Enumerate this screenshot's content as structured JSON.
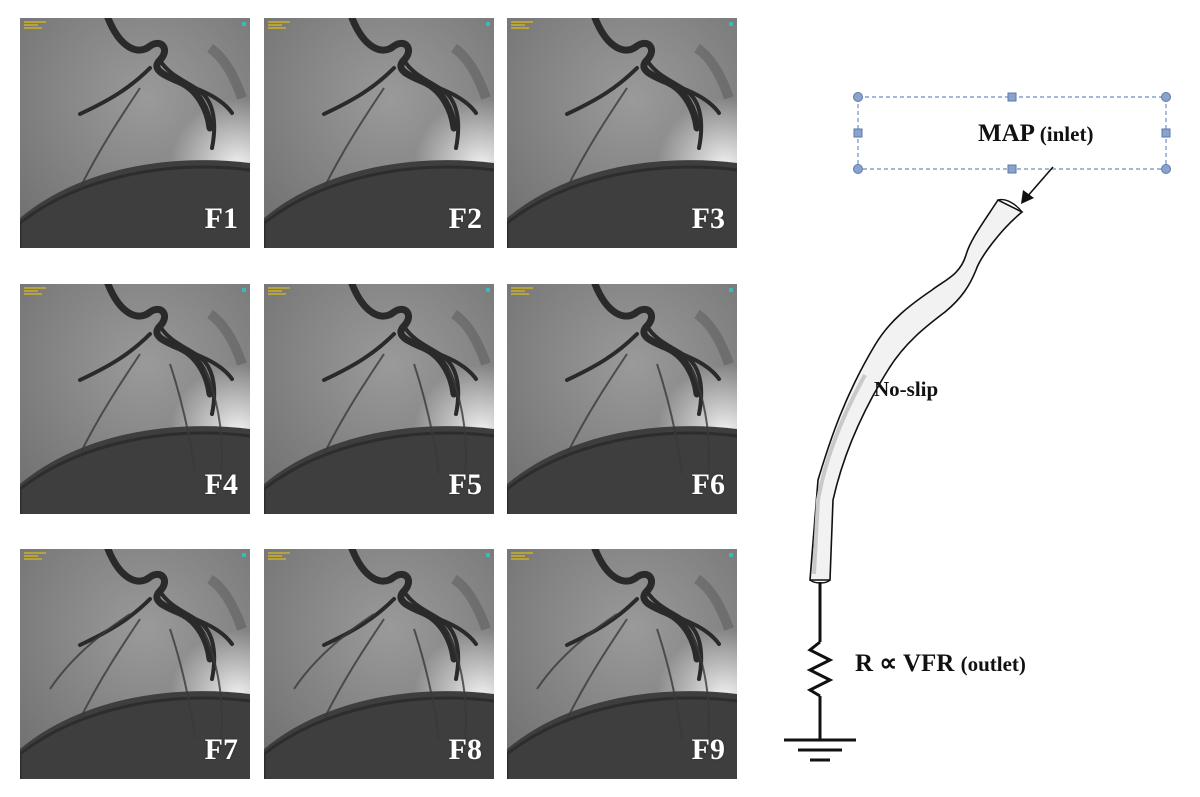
{
  "panels": [
    {
      "label": "F1"
    },
    {
      "label": "F2"
    },
    {
      "label": "F3"
    },
    {
      "label": "F4"
    },
    {
      "label": "F5"
    },
    {
      "label": "F6"
    },
    {
      "label": "F7"
    },
    {
      "label": "F8"
    },
    {
      "label": "F9"
    }
  ],
  "schematic": {
    "inlet_label": "MAP",
    "inlet_suffix": "(inlet)",
    "wall_label": "No-slip",
    "outlet_label": "R ∝ VFR",
    "outlet_suffix": "(outlet)"
  },
  "colors": {
    "angiogram_background": "#7d7d7d",
    "vessel": "#2a2a2a",
    "selection_box": "#6b8fc7",
    "line": "#111111"
  }
}
